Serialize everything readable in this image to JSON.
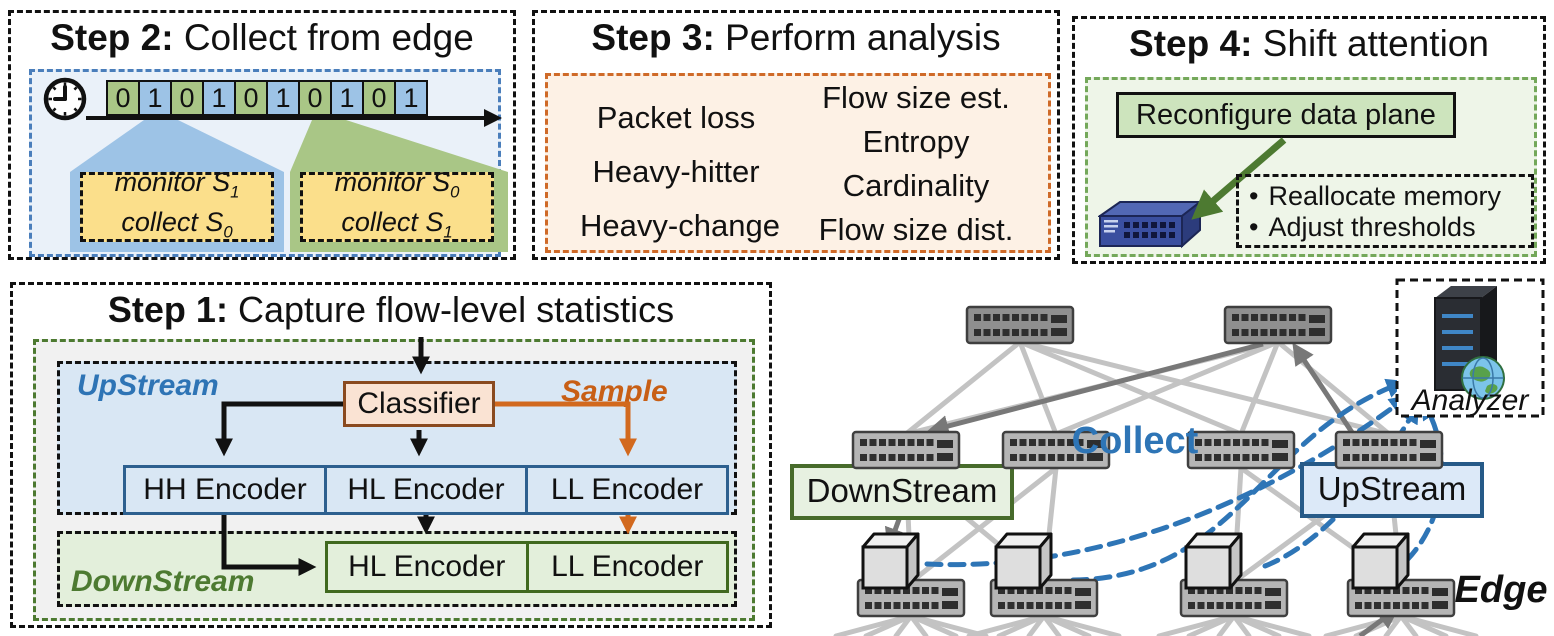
{
  "colors": {
    "accent_blue": "#2e75b6",
    "accent_green": "#4d7a31",
    "accent_orange": "#c85f15",
    "cell_green": "#a9c686",
    "cell_blue": "#9dc3e6",
    "note_yellow": "#fbdf8b",
    "upstream_fill": "#d9e7f4",
    "downstream_fill": "#e3efdb",
    "classifier_fill": "#fae3d3",
    "analysis_fill": "#fdf1e5",
    "shift_fill": "#eef5e8"
  },
  "step2": {
    "title_bold": "Step 2:",
    "title_rest": " Collect from edge",
    "timeline_cells": [
      "0",
      "1",
      "0",
      "1",
      "0",
      "1",
      "0",
      "1",
      "0",
      "1"
    ],
    "callout_blue": {
      "l1": "monitor S",
      "l1s": "1",
      "l2": "collect S",
      "l2s": "0"
    },
    "callout_green": {
      "l1": "monitor S",
      "l1s": "0",
      "l2": "collect S",
      "l2s": "1"
    }
  },
  "step3": {
    "title_bold": "Step 3:",
    "title_rest": " Perform analysis",
    "left": [
      "Packet loss",
      "Heavy-hitter",
      "Heavy-change"
    ],
    "right": [
      "Flow size est.",
      "Entropy",
      "Cardinality",
      "Flow size dist."
    ]
  },
  "step4": {
    "title_bold": "Step 4:",
    "title_rest": " Shift attention",
    "reconfigure": "Reconfigure data plane",
    "bullet": "•",
    "bullets": [
      "Reallocate memory",
      "Adjust thresholds"
    ]
  },
  "step1": {
    "title_bold": "Step 1:",
    "title_rest": " Capture flow-level statistics",
    "upstream_label": "UpStream",
    "sample_label": "Sample",
    "classifier": "Classifier",
    "upstream_encoders": [
      "HH Encoder",
      "HL Encoder",
      "LL Encoder"
    ],
    "downstream_label": "DownStream",
    "downstream_encoders": [
      "HL Encoder",
      "LL Encoder"
    ]
  },
  "topology": {
    "collect": "Collect",
    "downstream": "DownStream",
    "upstream": "UpStream",
    "analyzer": "Analyzer",
    "edge": "Edge"
  }
}
